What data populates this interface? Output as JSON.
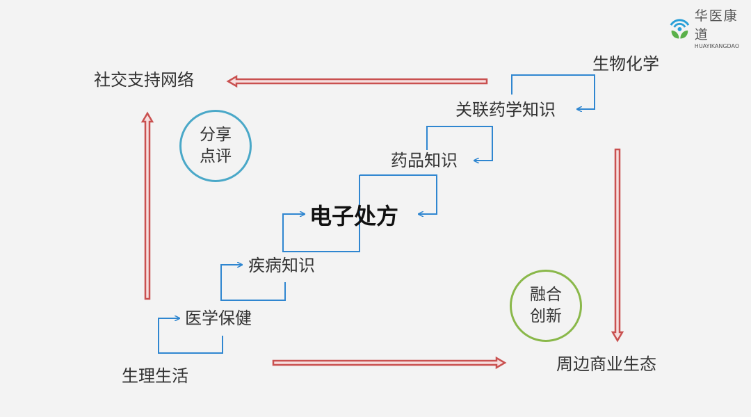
{
  "logo": {
    "name": "华医康道",
    "subtitle": "HUAYIKANGDAO"
  },
  "nodes": {
    "social": "社交支持网络",
    "biochem": "生物化学",
    "related_pharma": "关联药学知识",
    "drug": "药品知识",
    "eprescription": "电子处方",
    "disease": "疾病知识",
    "healthcare": "医学保健",
    "life": "生理生活",
    "business": "周边商业生态"
  },
  "circles": {
    "share": [
      "分享",
      "点评"
    ],
    "innovate": [
      "融合",
      "创新"
    ]
  },
  "colors": {
    "red": "#c9504f",
    "blue": "#2f86d0",
    "teal": "#4aa8c8",
    "green": "#8ab84a"
  }
}
